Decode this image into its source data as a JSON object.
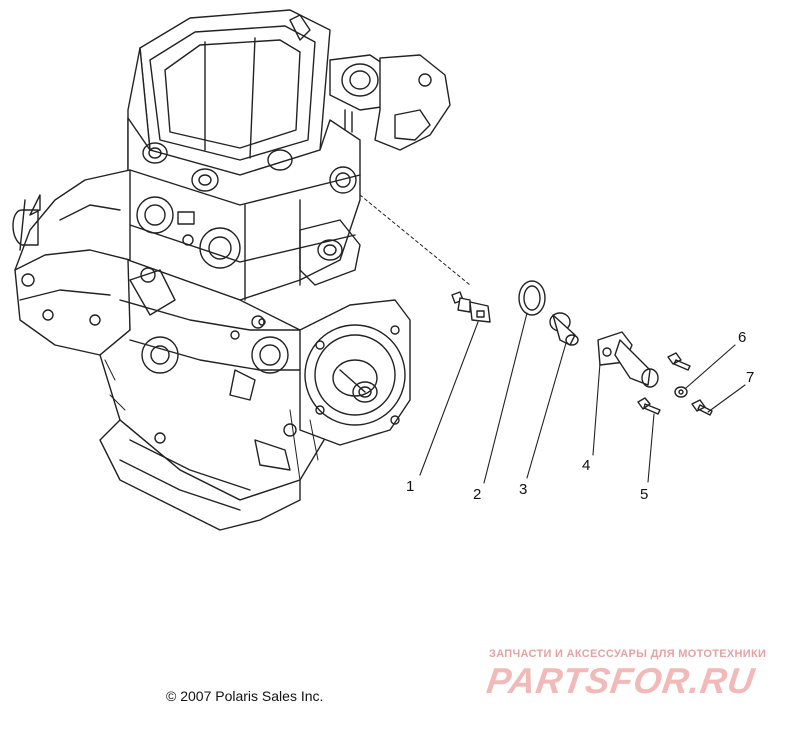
{
  "diagram": {
    "callouts": [
      {
        "id": "1",
        "label": "1"
      },
      {
        "id": "2",
        "label": "2"
      },
      {
        "id": "3",
        "label": "3"
      },
      {
        "id": "4",
        "label": "4"
      },
      {
        "id": "5",
        "label": "5"
      },
      {
        "id": "6",
        "label": "6"
      },
      {
        "id": "7",
        "label": "7"
      }
    ],
    "copyright": "© 2007 Polaris Sales Inc.",
    "watermark": {
      "tagline": "ЗАПЧАСТИ И АКСЕССУАРЫ ДЛЯ МОТОТЕХНИКИ",
      "logo": "PARTSFOR.RU"
    }
  }
}
